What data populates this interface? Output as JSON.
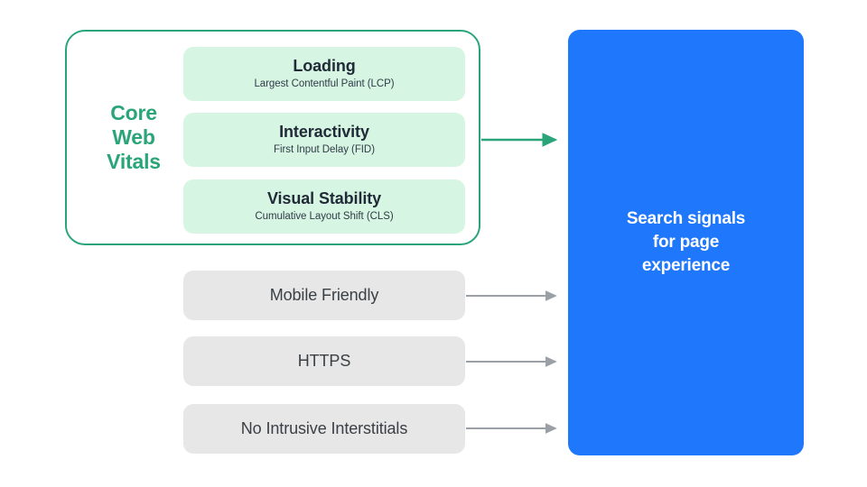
{
  "diagram": {
    "title": "Search signals for page experience",
    "colors": {
      "core_web_vitals_accent": "#2aa579",
      "metric_card_fill": "#d7f5e3",
      "gray_card_fill": "#e7e7e8",
      "blue_box_fill": "#1f78fb",
      "arrow_gray": "#9aa0a6",
      "text_dark": "#212b38",
      "background": "#ffffff"
    },
    "core_web_vitals": {
      "group_label": "Core\nWeb\nVitals",
      "group_label_lines": [
        "Core",
        "Web",
        "Vitals"
      ],
      "metrics": [
        {
          "title": "Loading",
          "subtitle": "Largest Contentful Paint (LCP)"
        },
        {
          "title": "Interactivity",
          "subtitle": "First Input Delay (FID)"
        },
        {
          "title": "Visual Stability",
          "subtitle": "Cumulative Layout Shift (CLS)"
        }
      ]
    },
    "other_signals": [
      {
        "label": "Mobile Friendly"
      },
      {
        "label": "HTTPS"
      },
      {
        "label": "No Intrusive Interstitials"
      }
    ],
    "destination": {
      "label": "Search signals\nfor page\nexperience"
    },
    "arrows": [
      {
        "name": "core-web-vitals-arrow",
        "color": "#2aa579"
      },
      {
        "name": "mobile-friendly-arrow",
        "color": "#9aa0a6"
      },
      {
        "name": "https-arrow",
        "color": "#9aa0a6"
      },
      {
        "name": "no-intrusive-interstitials-arrow",
        "color": "#9aa0a6"
      }
    ]
  }
}
